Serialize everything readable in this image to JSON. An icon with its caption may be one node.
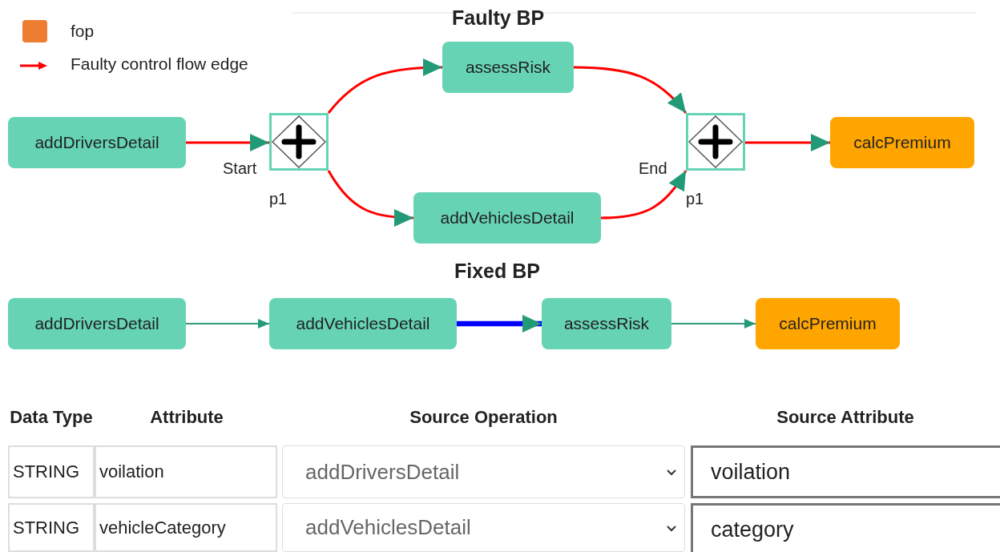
{
  "diagram": {
    "nodes": [
      {
        "text": [
          "addDriversDetail"
        ]
      },
      {
        "text": [],
        "shape": "diamond",
        "beside": [
          "Start",
          "p1"
        ]
      },
      {
        "text": [
          "assessRisk"
        ]
      },
      {
        "text": [
          "addVehiclesDetail"
        ]
      },
      {
        "text": [],
        "shape": "diamond",
        "beside": [
          "End",
          "p1"
        ]
      },
      {
        "text": [
          "calcPremium"
        ]
      },
      {
        "text": [
          "addDriversDetail"
        ]
      },
      {
        "text": [
          "addVehiclesDetail"
        ]
      },
      {
        "text": [
          "assessRisk"
        ]
      },
      {
        "text": [
          "calcPremium"
        ]
      }
    ],
    "edges": [
      {
        "from": 0,
        "to": 1,
        "arrow": "to"
      },
      {
        "from": 1,
        "to": 2,
        "arrow": "to"
      },
      {
        "from": 1,
        "to": 3,
        "arrow": "to"
      },
      {
        "from": 2,
        "to": 4,
        "arrow": "to"
      },
      {
        "from": 3,
        "to": 4,
        "arrow": "to"
      },
      {
        "from": 4,
        "to": 5,
        "arrow": "to"
      },
      {
        "from": 6,
        "to": 7,
        "arrow": "to",
        "color": "#2e9e7e"
      },
      {
        "from": 7,
        "to": 8,
        "arrow": "to",
        "style": "thick",
        "color": "#0000ff"
      },
      {
        "from": 8,
        "to": 9,
        "arrow": "to",
        "color": "#2e9e7e"
      }
    ],
    "labels": [
      "Faulty BP",
      "Fixed BP",
      "Data Type",
      "Attribute",
      "Source Operation",
      "Source Attribute",
      "STRING",
      "voilation",
      "addDriversDetail",
      "voilation",
      "STRING",
      "vehicleCategory",
      "addVehiclesDetail",
      "category"
    ],
    "legend": [
      {
        "text": "fop",
        "color": "#ed7d31"
      },
      {
        "text": "Faulty control flow edge"
      }
    ]
  }
}
